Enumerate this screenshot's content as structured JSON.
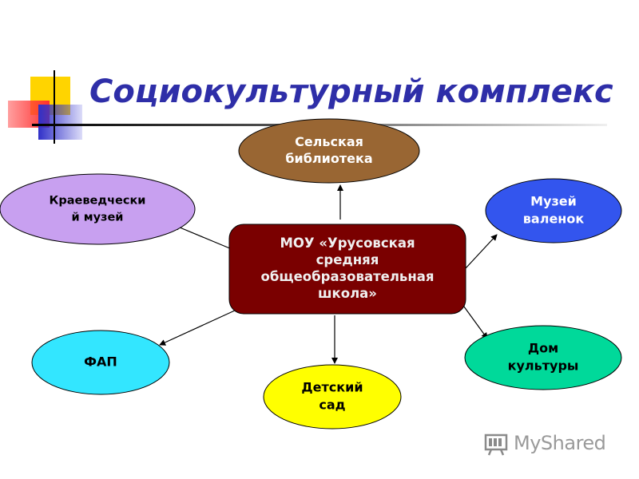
{
  "slide": {
    "title": "Социокультурный комплекс"
  },
  "diagram": {
    "center": {
      "id": "center",
      "lines": [
        "МОУ «Урусовская",
        "средняя",
        "общеобразовательная",
        "школа»"
      ],
      "fill": "#7a0000",
      "text_color": "#f0f0f0"
    },
    "nodes": [
      {
        "id": "library",
        "lines": [
          "Сельская",
          "библиотека"
        ],
        "fill": "#996633",
        "text_color": "#ffffff"
      },
      {
        "id": "local-history-museum",
        "lines": [
          "Краеведчески",
          "й музей"
        ],
        "fill": "#c8a0f0",
        "text_color": "#000000"
      },
      {
        "id": "felt-boots-museum",
        "lines": [
          "Музей",
          "валенок"
        ],
        "fill": "#3355ee",
        "text_color": "#ffffff"
      },
      {
        "id": "fap",
        "lines": [
          "ФАП"
        ],
        "fill": "#33e6ff",
        "text_color": "#000000"
      },
      {
        "id": "kindergarten",
        "lines": [
          "Детский",
          "сад"
        ],
        "fill": "#ffff00",
        "text_color": "#000000"
      },
      {
        "id": "culture-house",
        "lines": [
          "Дом",
          "культуры"
        ],
        "fill": "#00d99a",
        "text_color": "#000000"
      }
    ],
    "edges": [
      {
        "from": "center",
        "to": "library"
      },
      {
        "from": "center",
        "to": "local-history-museum"
      },
      {
        "from": "center",
        "to": "felt-boots-museum"
      },
      {
        "from": "center",
        "to": "fap"
      },
      {
        "from": "center",
        "to": "kindergarten"
      },
      {
        "from": "center",
        "to": "culture-house"
      }
    ]
  },
  "watermark": {
    "logo": "mysh-logo-icon",
    "text_main": "MyShared"
  }
}
